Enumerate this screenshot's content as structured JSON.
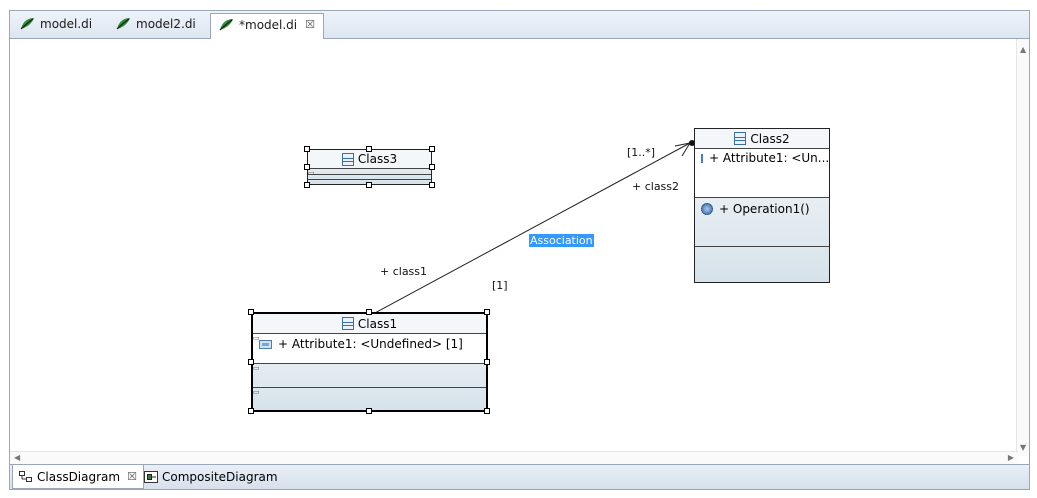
{
  "editor_tabs": [
    {
      "label": "model.di",
      "active": false
    },
    {
      "label": "model2.di",
      "active": false
    },
    {
      "label": "*model.di",
      "active": true
    }
  ],
  "diagram": {
    "class3": {
      "name": "Class3"
    },
    "class2": {
      "name": "Class2",
      "attribute": "+ Attribute1: <Un...",
      "operation": "+ Operation1()"
    },
    "class1": {
      "name": "Class1",
      "attribute": "+ Attribute1: <Undefined> [1]"
    },
    "association": {
      "label": "Association",
      "end_class2_multiplicity": "[1..*]",
      "end_class2_role": "+ class2",
      "end_class1_role": "+ class1",
      "end_class1_multiplicity": "[1]"
    }
  },
  "bottom_tabs": [
    {
      "label": "ClassDiagram",
      "active": true
    },
    {
      "label": "CompositeDiagram",
      "active": false
    }
  ],
  "colors": {
    "selection": "#3399ff",
    "class_fill_top": "#f5f8fb",
    "class_fill_bottom": "#d6e2ea",
    "tabbar": "#dde6f1"
  }
}
